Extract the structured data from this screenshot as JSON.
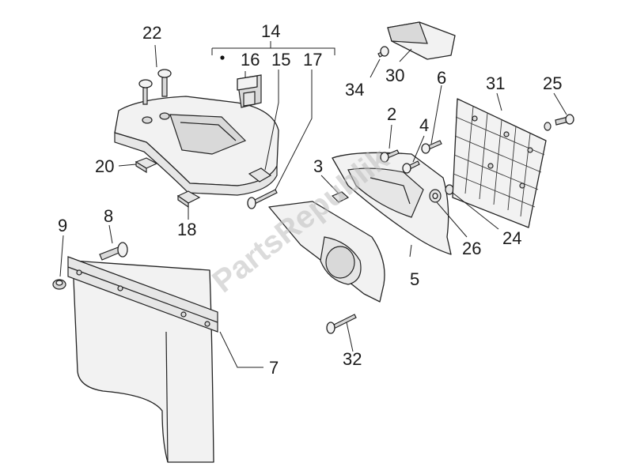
{
  "callouts": {
    "c2": "2",
    "c3": "3",
    "c4": "4",
    "c5": "5",
    "c6": "6",
    "c7": "7",
    "c8": "8",
    "c9": "9",
    "c14": "14",
    "c15": "15",
    "c16": "16",
    "c17": "17",
    "c18": "18",
    "c20": "20",
    "c22": "22",
    "c24": "24",
    "c25": "25",
    "c26": "26",
    "c30": "30",
    "c31": "31",
    "c32": "32",
    "c34": "34"
  },
  "watermark": "PartsRepublik"
}
